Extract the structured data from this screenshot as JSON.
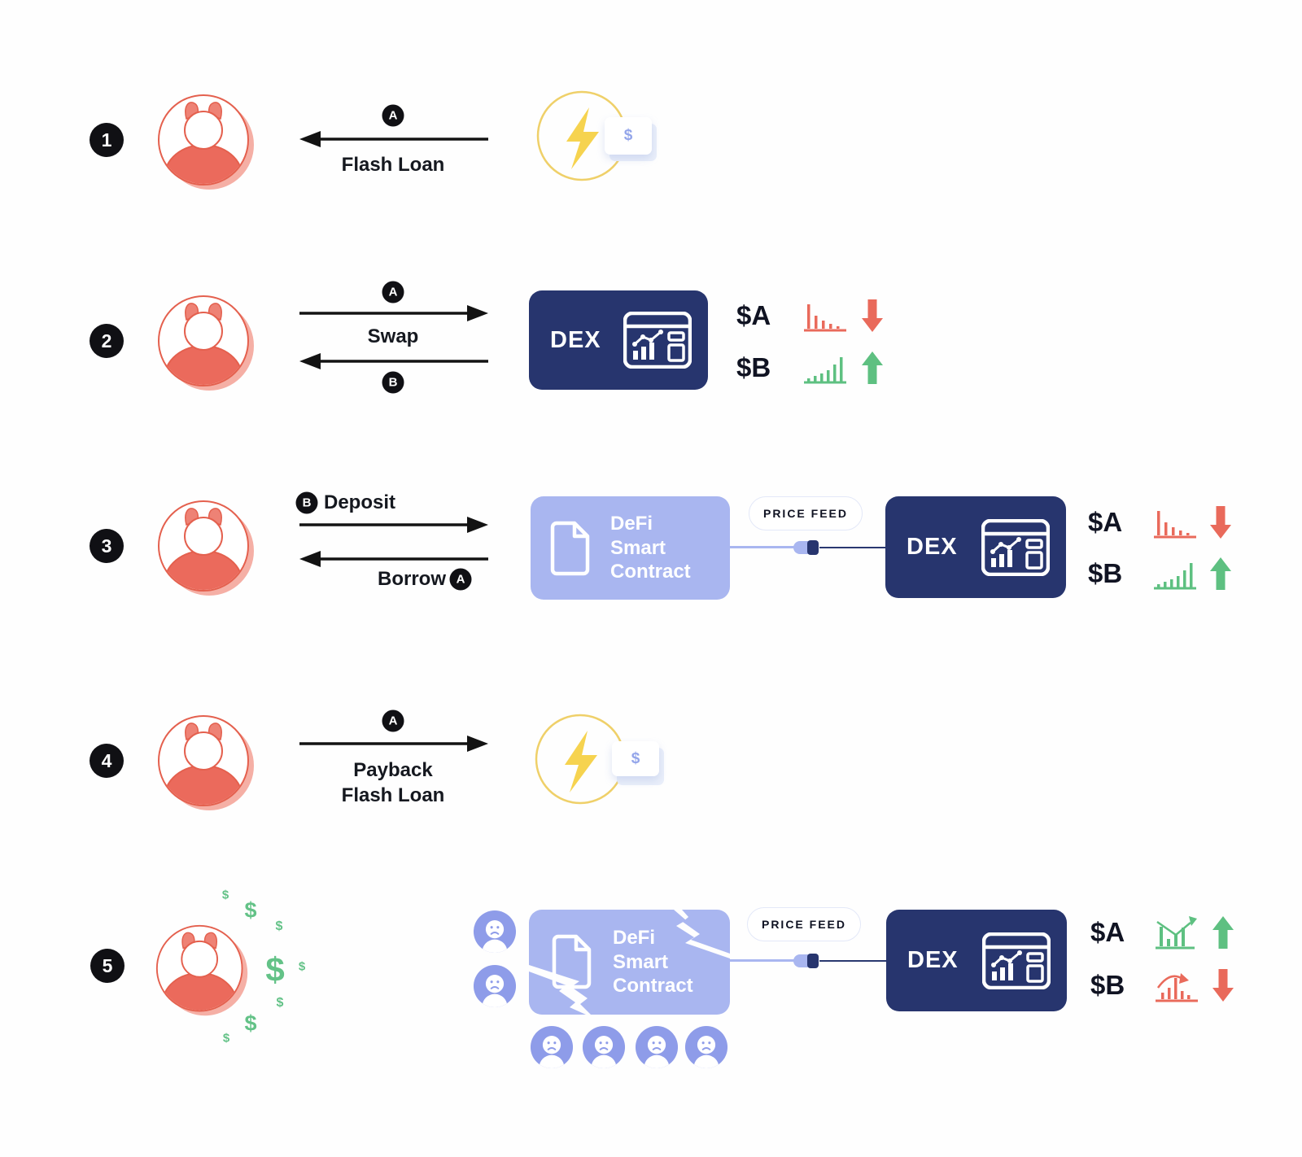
{
  "diagram": "flash-loan-price-oracle-attack",
  "steps": {
    "s1": {
      "num": "1",
      "arrow_badge": "A",
      "arrow_label": "Flash Loan",
      "money": "$"
    },
    "s2": {
      "num": "2",
      "badge_a": "A",
      "label": "Swap",
      "badge_b": "B",
      "dex": "DEX",
      "token_a": "$A",
      "token_b": "$B",
      "token_a_trend": "down",
      "token_b_trend": "up"
    },
    "s3": {
      "num": "3",
      "badge_b": "B",
      "label_deposit": "Deposit",
      "label_borrow": "Borrow",
      "badge_a": "A",
      "contract_line1": "DeFi",
      "contract_line2": "Smart",
      "contract_line3": "Contract",
      "price_feed": "PRICE FEED",
      "dex": "DEX",
      "token_a": "$A",
      "token_b": "$B",
      "token_a_trend": "down",
      "token_b_trend": "up"
    },
    "s4": {
      "num": "4",
      "arrow_badge": "A",
      "arrow_label_line1": "Payback",
      "arrow_label_line2": "Flash Loan",
      "money": "$"
    },
    "s5": {
      "num": "5",
      "contract_line1": "DeFi",
      "contract_line2": "Smart",
      "contract_line3": "Contract",
      "price_feed": "PRICE FEED",
      "dex": "DEX",
      "token_a": "$A",
      "token_b": "$B",
      "token_a_trend": "up",
      "token_b_trend": "down",
      "dollar": "$"
    }
  },
  "icons": {
    "attacker": "devil-avatar-icon",
    "flash_provider": "lightning-icon",
    "dex": "chart-window-icon",
    "contract": "document-icon",
    "victims": "sad-user-icon",
    "trend_down": "arrow-down-icon",
    "trend_up": "arrow-up-icon"
  },
  "colors": {
    "navy": "#27356e",
    "periwinkle": "#a9b6f0",
    "red": "#e96a5b",
    "green": "#5ec081",
    "yellow": "#f6d34f",
    "black": "#101014",
    "avatar_red": "#eb6a5c",
    "sad_user": "#8e9ce9",
    "money_blue": "#93a5ea"
  }
}
